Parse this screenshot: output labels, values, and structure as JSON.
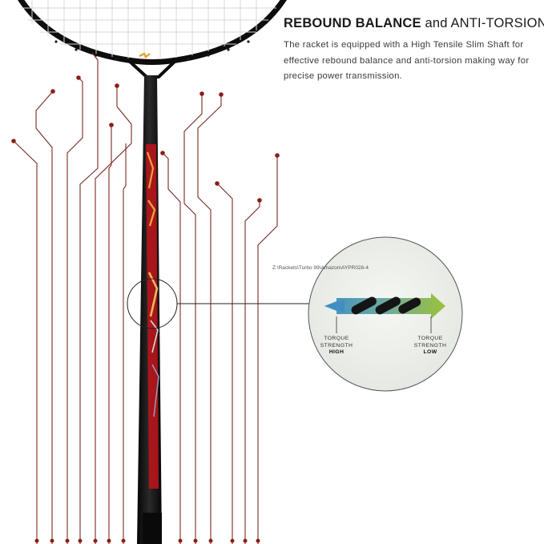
{
  "headline": {
    "bold": "REBOUND BALANCE",
    "light": " and ANTI-TORSION"
  },
  "description": "The racket is equipped with a High Tensile Slim Shaft for effective rebound balance and anti-torsion making way for precise power transmission.",
  "file_path": "Z:\\Rackets\\Turbo 99\\Amazon\\AYPR028-4",
  "torque": {
    "left": {
      "label": "TORQUE STRENGTH",
      "level": "HIGH"
    },
    "right": {
      "label": "TORQUE STRENGTH",
      "level": "LOW"
    }
  },
  "colors": {
    "circuit_line": "#7a2a22",
    "shaft": "#141414",
    "shaft_red": "#b4151a",
    "shaft_gold": "#e4a43a",
    "arrow_blue": "#3f8fc4",
    "arrow_green": "#86b83a",
    "zoom_bg": "#eef1ec"
  }
}
